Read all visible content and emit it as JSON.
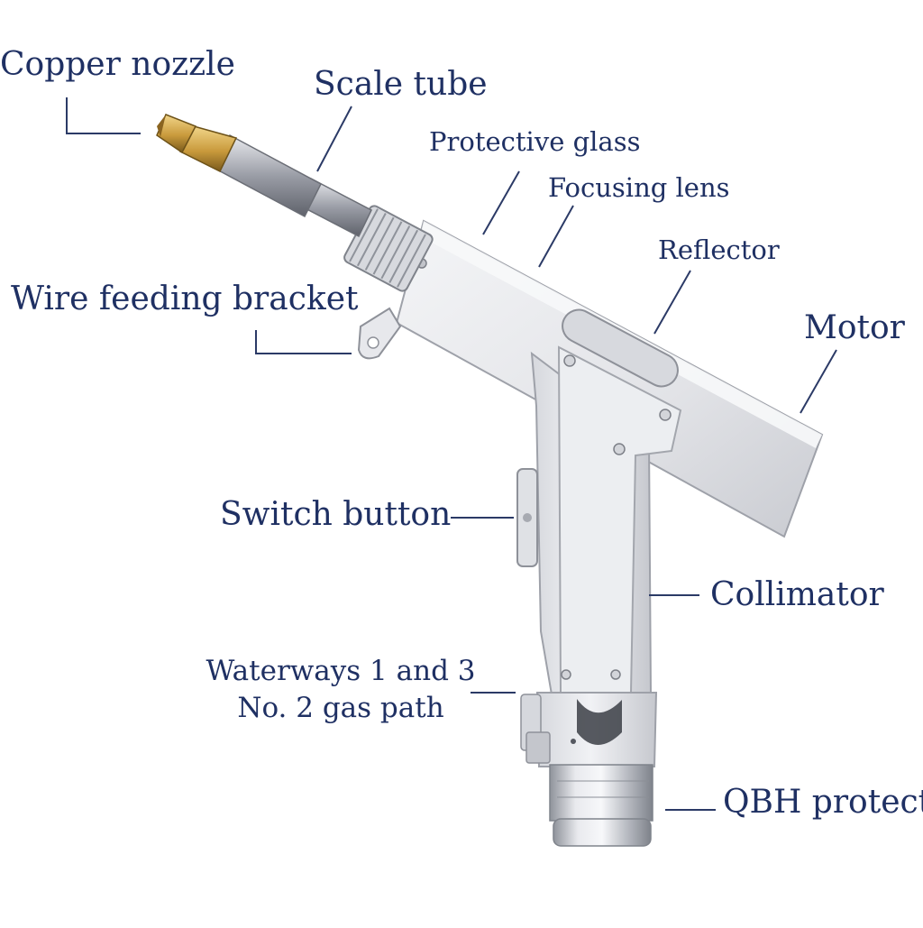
{
  "diagram": {
    "labels": {
      "copper_nozzle": "Copper nozzle",
      "scale_tube": "Scale tube",
      "protective_glass": "Protective glass",
      "focusing_lens": "Focusing lens",
      "reflector": "Reflector",
      "motor": "Motor",
      "wire_feeding_bracket": "Wire feeding bracket",
      "switch_button": "Switch button",
      "collimator": "Collimator",
      "waterways_line1": "Waterways 1 and 3",
      "waterways_line2": "No. 2 gas path",
      "qbh_protect": "QBH protect"
    },
    "colors": {
      "label_text": "#1f3063",
      "leader_line": "#2b3a66",
      "body_metal": "#e3e4e8",
      "body_edge": "#9ea1a9",
      "copper": "#c99a3c"
    }
  }
}
